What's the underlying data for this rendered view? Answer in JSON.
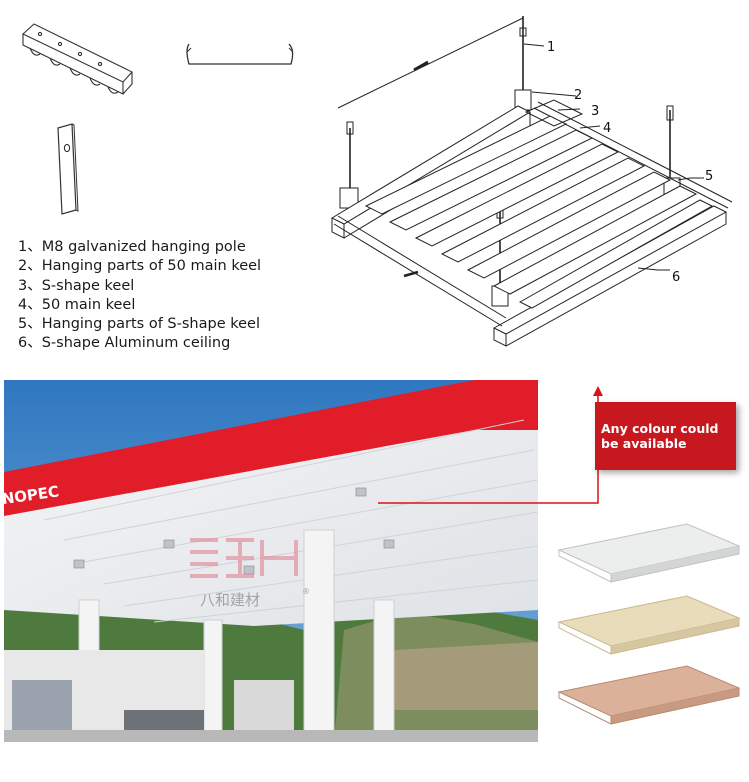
{
  "legend": {
    "items": [
      "1、M8 galvanized hanging pole",
      "2、Hanging parts of 50 main keel",
      "3、S-shape keel",
      "4、50 main keel",
      "5、Hanging parts of S-shape keel",
      "6、S-shape Aluminum ceiling"
    ]
  },
  "diagram": {
    "callouts": [
      "1",
      "2",
      "3",
      "4",
      "5",
      "6"
    ]
  },
  "photo": {
    "sign_text": "NOPEC",
    "watermark_text": "八和建材",
    "watermark_mark": "®"
  },
  "callout": {
    "text": "Any colour could be available"
  },
  "swatches": [
    {
      "name": "white",
      "color": "#e9eaea"
    },
    {
      "name": "cream",
      "color": "#e5d9b8"
    },
    {
      "name": "rose-gold",
      "color": "#d9ae96"
    }
  ],
  "colors": {
    "accent_red": "#c8181f",
    "sky": "#3f86c9"
  }
}
